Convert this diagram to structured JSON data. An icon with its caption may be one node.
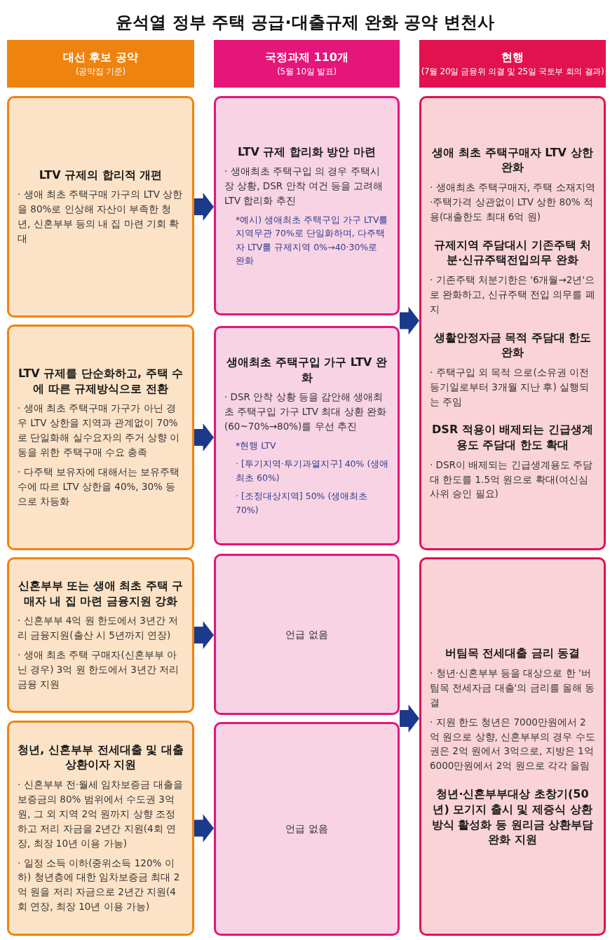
{
  "diagram": {
    "title": "윤석열 정부 주택 공급·대출규제 완화 공약 변천사",
    "nodes": [
      {
        "text": [
          "대선 후보 공약",
          "(공약집 기준)"
        ]
      },
      {
        "text": [
          "국정과제 110개",
          "(5월 10일 발표)"
        ]
      },
      {
        "text": [
          "현행",
          "(7월 20일 금융위 의결 및 25일 국토부 회의 결과)"
        ]
      },
      {
        "text": [
          "LTV 규제의 합리적 개편",
          "· 생애 최초 주택구매 가구의 LTV 상한을 80%로 인상해 자산이 부족한 청년, 신혼부부 등의 내 집 마련 기회 확대"
        ]
      },
      {
        "text": [
          "LTV 규제 합리화 방안 마련",
          "· 생애최초 주택구입 의 경우 주택시장 상황, DSR 안착 여건 등을 고려해 LTV 합리화 추진",
          "*예시) 생애최초 주택구입 가구 LTV를 지역무관 70%로 단일화하며, 다주택자 LTV를 규제지역 0%→40·30%로 완화"
        ]
      },
      {
        "text": [
          "생애 최초 주택구매자 LTV 상한 완화",
          "· 생애최초 주택구매자, 주택 소재지역·주택가격 상관없이 LTV 상한 80% 적용(대출한도 최대 6억 원)",
          "규제지역 주담대시 기존주택 처분·신규주택전입의무 완화",
          "· 기존주택 처분기한은 '6개월→2년'으로 완화하고, 신규주택 전입 의무를 폐지",
          "생활안정자금 목적 주담대 한도 완화",
          "· 주택구입 외 목적 으로(소유권 이전등기일로부터 3개월 지난 후) 실행되는 주임",
          "DSR 적용이 배제되는 긴급생계용도 주담대 한도 확대",
          "· DSR이 배제되는 긴급생계용도 주담대 한도를 1.5억 원으로 확대(여신심사위 승인 필요)"
        ]
      },
      {
        "text": [
          "LTV 규제를 단순화하고, 주택 수에 따른 규제방식으로 전환",
          "· 생애 최초 주택구매 가구가 아닌 경우 LTV 상한을 지역과 관계없이 70%로 단일화해 실수요자의 주거 상향 이동을 위한 주택구매 수요 충족",
          "· 다주택 보유자에 대해서는 보유주택 수에 따르 LTV 상한을 40%, 30% 등으로 차등화"
        ]
      },
      {
        "text": [
          "생애최초 주택구입 가구 LTV 완화",
          "· DSR 안착 상황 등을 감안해 생애최초 주택구입 가구 LTV 최대 상환 완화(60~70%→80%)를 우선 추진",
          "*현행 LTV",
          "· [투기지역·투기과열지구] 40% (생애최초 60%)",
          "· [조정대상지역] 50% (생애최초70%)"
        ]
      },
      {
        "text": [
          "신혼부부 또는 생애 최초 주택 구매자 내 집 마련 금융지원 강화",
          "· 신혼부부 4억 원 한도에서 3년간 저리 금융지원(출산 시 5년까지 연장)",
          "· 생애 최초 주택 구매자(신혼부부 아닌 경우) 3억 원 한도에서 3년간 저리 금융 지원"
        ]
      },
      {
        "text": [
          "언급 없음"
        ]
      },
      {
        "text": [
          "버팀목 전세대출 금리 동결",
          "· 청년·신혼부부 등을 대상으로 한 '버팀목 전세자금 대출'의 금리를 올해 동결",
          "· 지원 한도 청년은 7000만원에서 2억 원으로 상향, 신혼부부의 경우 수도권은 2억 원에서 3억으로, 지방은 1억 6000만원에서 2억 원으로 각각 올림",
          "청년·신혼부부대상 초창기(50년) 모기지 출시 및 제증식 상환 방식 활성화 등 원리금 상환부담 완화 지원"
        ]
      },
      {
        "text": [
          "청년, 신혼부부 전세대출 및 대출 상환이자 지원",
          "· 신혼부부 전·월세 임차보증금 대출을 보증금의 80% 범위에서 수도권 3억 원, 그 외 지역 2억 원까지 상향 조정하고 저리 자금을 2년간 지원(4회 연장, 최장 10년 이용 가능)",
          "· 일정 소득 이하(중위소득 120% 이하) 청년층에 대한 임차보증금 최대 2억 원을 저리 자금으로 2년간 지원(4회 연장, 최장 10년 이용 가능)"
        ]
      },
      {
        "text": [
          "언급 없음"
        ]
      }
    ],
    "edges": [
      {
        "from": 3,
        "to": 4,
        "arrow": "to"
      },
      {
        "from": 4,
        "to": 5,
        "arrow": "to"
      },
      {
        "from": 7,
        "to": 5,
        "arrow": "to"
      },
      {
        "from": 6,
        "to": 7,
        "arrow": "to"
      },
      {
        "from": 8,
        "to": 9,
        "arrow": "to"
      },
      {
        "from": 9,
        "to": 10,
        "arrow": "to"
      },
      {
        "from": 12,
        "to": 10,
        "arrow": "to"
      },
      {
        "from": 11,
        "to": 12,
        "arrow": "to"
      }
    ]
  }
}
